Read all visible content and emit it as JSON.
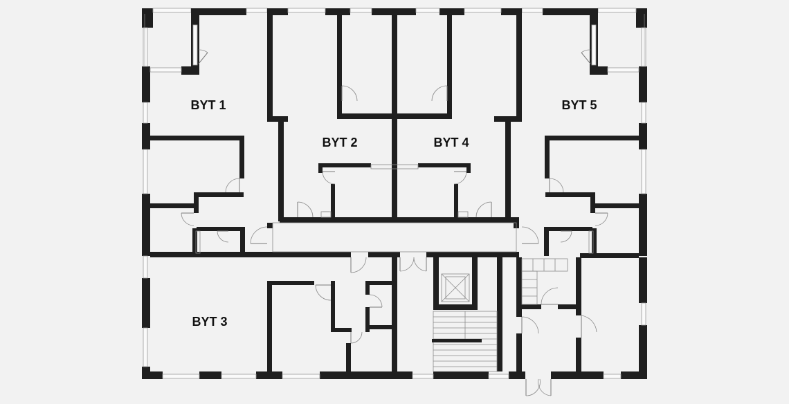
{
  "apartments": [
    {
      "id": "byt1",
      "label": "BYT 1"
    },
    {
      "id": "byt2",
      "label": "BYT 2"
    },
    {
      "id": "byt3",
      "label": "BYT 3"
    },
    {
      "id": "byt4",
      "label": "BYT 4"
    },
    {
      "id": "byt5",
      "label": "BYT 5"
    }
  ],
  "colors": {
    "background": "#f2f2f2",
    "wall": "#1f1f1f",
    "window": "#fafafa",
    "label": "#111111"
  },
  "icons": [
    "door-swing-icon",
    "window-icon",
    "elevator-icon",
    "stairs-icon"
  ]
}
